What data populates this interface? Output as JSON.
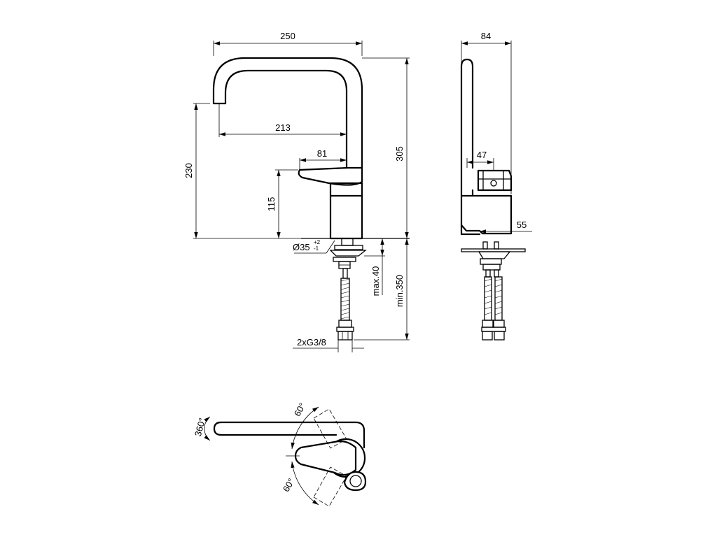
{
  "dimensions": {
    "front": {
      "width_total": "250",
      "spout_reach": "213",
      "lever_reach": "81",
      "height_total": "305",
      "spout_height": "230",
      "lever_height": "115",
      "hole_diameter": "Ø35",
      "hole_tol_upper": "+2",
      "hole_tol_lower": "-1",
      "max_deck": "max.40",
      "min_hose": "min.350",
      "connection": "2xG3/8"
    },
    "side": {
      "depth_total": "84",
      "lever_offset": "47",
      "base_offset": "55"
    },
    "top": {
      "rotation": "360°",
      "lever_angle_up": "60°",
      "lever_angle_down": "60°"
    }
  }
}
